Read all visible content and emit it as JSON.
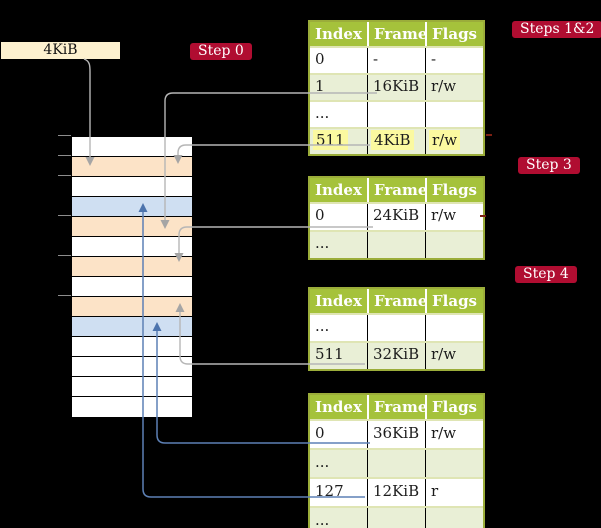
{
  "labels": {
    "frame_box": "4KiB",
    "step0": "Step 0",
    "steps12": "Steps 1&2",
    "step3": "Step 3",
    "step4": "Step 4"
  },
  "colors": {
    "background": "#000000",
    "step_label_bg": "#b00d31",
    "step_label_text": "#ffffff",
    "frame_box_bg": "#fdf1cf",
    "table_header_bg": "#a5c23b",
    "table_border": "#9bad3a",
    "table_alt_row_bg": "#e9efd6",
    "highlight_bg": "#fbf9a0",
    "memory_frame_peach": "#fce3c7",
    "memory_frame_blue": "#cfdff2",
    "arrow_gray": "#b6b6b6",
    "arrow_blue": "#5d80b5"
  },
  "tables": [
    {
      "columns": [
        "Index",
        "Frame",
        "Flags"
      ],
      "rows": [
        {
          "cells": [
            "0",
            "-",
            "-"
          ]
        },
        {
          "cells": [
            "1",
            "16KiB",
            "r/w"
          ]
        },
        {
          "cells": [
            "...",
            "",
            ""
          ]
        },
        {
          "cells": [
            "511",
            "4KiB",
            "r/w"
          ],
          "highlight": true
        }
      ]
    },
    {
      "columns": [
        "Index",
        "Frame",
        "Flags"
      ],
      "rows": [
        {
          "cells": [
            "0",
            "24KiB",
            "r/w"
          ]
        },
        {
          "cells": [
            "...",
            "",
            ""
          ]
        }
      ]
    },
    {
      "columns": [
        "Index",
        "Frame",
        "Flags"
      ],
      "rows": [
        {
          "cells": [
            "...",
            "",
            ""
          ]
        },
        {
          "cells": [
            "511",
            "32KiB",
            "r/w"
          ]
        }
      ]
    },
    {
      "columns": [
        "Index",
        "Frame",
        "Flags"
      ],
      "rows": [
        {
          "cells": [
            "0",
            "36KiB",
            "r/w"
          ]
        },
        {
          "cells": [
            "...",
            "",
            ""
          ]
        },
        {
          "cells": [
            "127",
            "12KiB",
            "r"
          ]
        },
        {
          "cells": [
            "...",
            "",
            ""
          ]
        }
      ]
    }
  ],
  "memory": {
    "row_fills": [
      "white",
      "peach",
      "white",
      "blue",
      "peach",
      "white",
      "peach",
      "white",
      "peach",
      "blue",
      "white",
      "white",
      "white",
      "white"
    ]
  }
}
